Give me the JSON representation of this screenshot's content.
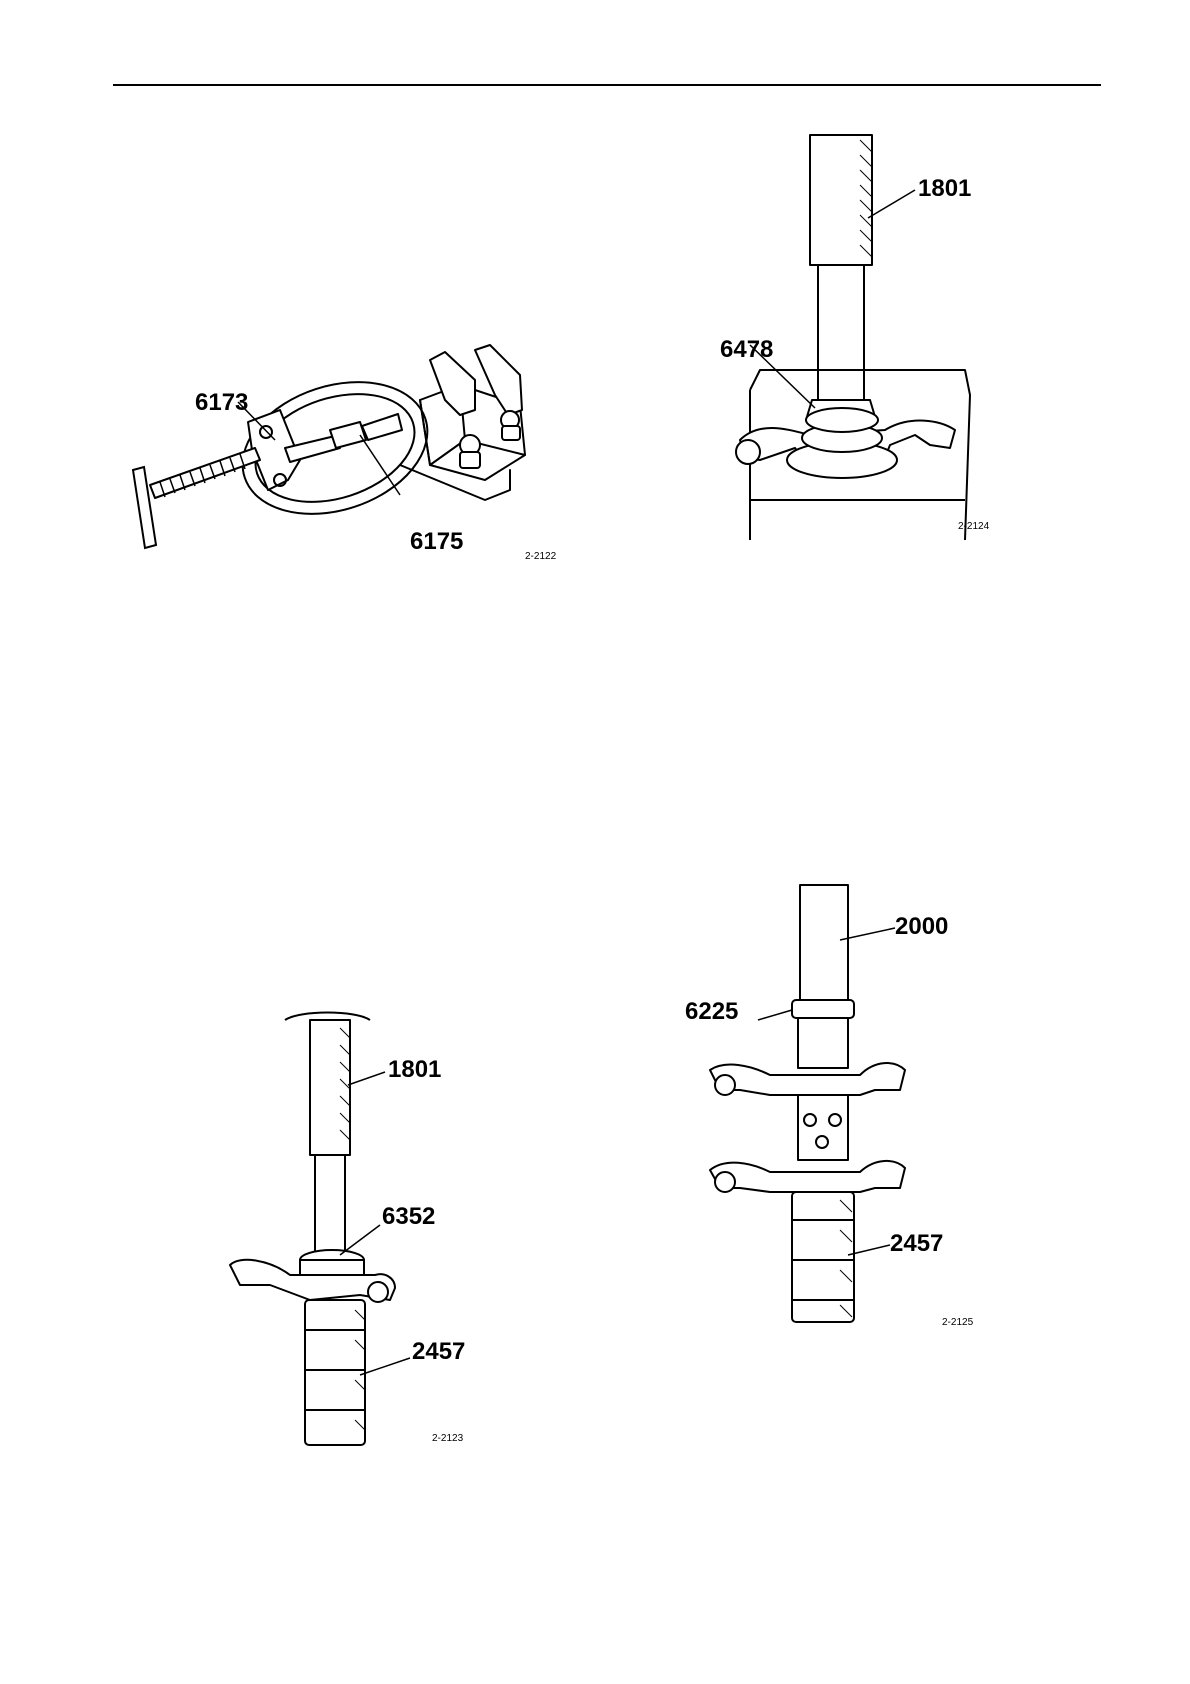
{
  "figures": [
    {
      "ref": "2-2122",
      "callouts": [
        "6173",
        "6175"
      ]
    },
    {
      "ref": "2-2124",
      "callouts": [
        "1801",
        "6478"
      ]
    },
    {
      "ref": "2-2123",
      "callouts": [
        "1801",
        "6352",
        "2457"
      ]
    },
    {
      "ref": "2-2125",
      "callouts": [
        "2000",
        "6225",
        "2457"
      ]
    }
  ]
}
